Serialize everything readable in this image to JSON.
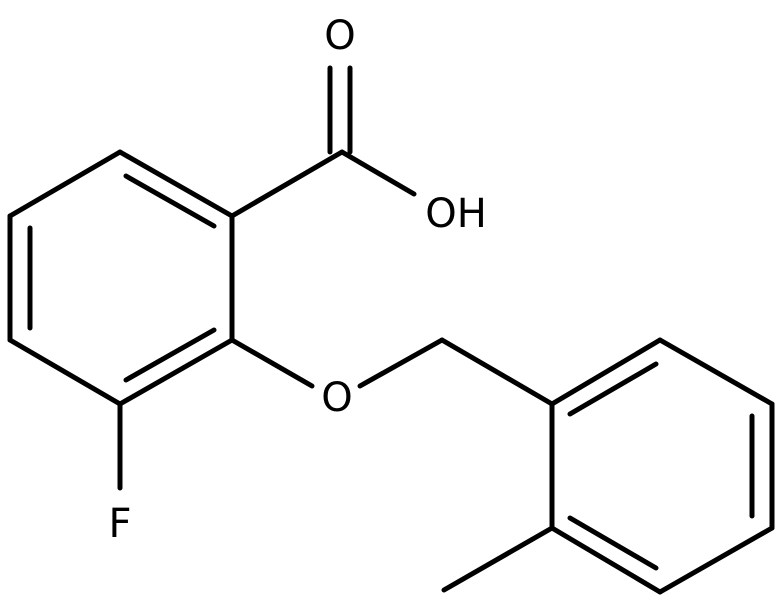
{
  "molecule": {
    "atoms": {
      "carbonyl_oxygen": "O",
      "hydroxyl": "OH",
      "ether_oxygen": "O",
      "fluorine": "F"
    }
  }
}
